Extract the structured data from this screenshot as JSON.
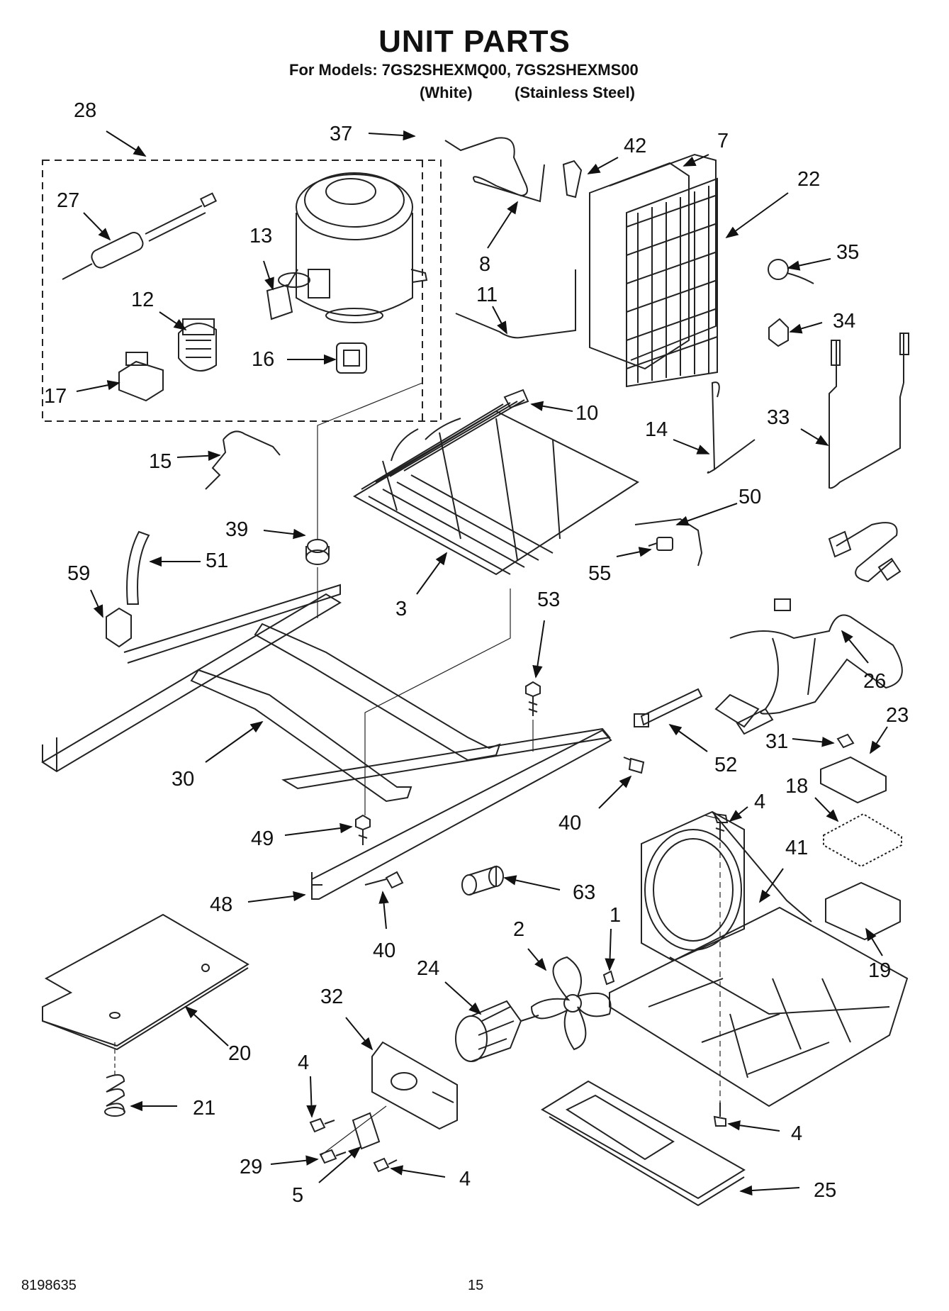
{
  "header": {
    "title": "UNIT PARTS",
    "models": "For Models: 7GS2SHEXMQ00, 7GS2SHEXMS00",
    "variant_white": "(White)",
    "variant_stainless": "(Stainless Steel)"
  },
  "footer": {
    "doc_number": "8198635",
    "page_number": "15"
  },
  "callouts": [
    {
      "id": "c28",
      "label": "28"
    },
    {
      "id": "c37",
      "label": "37"
    },
    {
      "id": "c42",
      "label": "42"
    },
    {
      "id": "c7",
      "label": "7"
    },
    {
      "id": "c22",
      "label": "22"
    },
    {
      "id": "c27",
      "label": "27"
    },
    {
      "id": "c13",
      "label": "13"
    },
    {
      "id": "c8",
      "label": "8"
    },
    {
      "id": "c35",
      "label": "35"
    },
    {
      "id": "c12",
      "label": "12"
    },
    {
      "id": "c11",
      "label": "11"
    },
    {
      "id": "c34",
      "label": "34"
    },
    {
      "id": "c16",
      "label": "16"
    },
    {
      "id": "c17",
      "label": "17"
    },
    {
      "id": "c10",
      "label": "10"
    },
    {
      "id": "c14",
      "label": "14"
    },
    {
      "id": "c33",
      "label": "33"
    },
    {
      "id": "c15",
      "label": "15"
    },
    {
      "id": "c50",
      "label": "50"
    },
    {
      "id": "c39",
      "label": "39"
    },
    {
      "id": "c51",
      "label": "51"
    },
    {
      "id": "c59",
      "label": "59"
    },
    {
      "id": "c55",
      "label": "55"
    },
    {
      "id": "c3",
      "label": "3"
    },
    {
      "id": "c53",
      "label": "53"
    },
    {
      "id": "c26",
      "label": "26"
    },
    {
      "id": "c23",
      "label": "23"
    },
    {
      "id": "c31",
      "label": "31"
    },
    {
      "id": "c30",
      "label": "30"
    },
    {
      "id": "c52",
      "label": "52"
    },
    {
      "id": "c18",
      "label": "18"
    },
    {
      "id": "c40a",
      "label": "40"
    },
    {
      "id": "c4a",
      "label": "4"
    },
    {
      "id": "c49",
      "label": "49"
    },
    {
      "id": "c41",
      "label": "41"
    },
    {
      "id": "c63",
      "label": "63"
    },
    {
      "id": "c48",
      "label": "48"
    },
    {
      "id": "c40b",
      "label": "40"
    },
    {
      "id": "c1",
      "label": "1"
    },
    {
      "id": "c2",
      "label": "2"
    },
    {
      "id": "c19",
      "label": "19"
    },
    {
      "id": "c24",
      "label": "24"
    },
    {
      "id": "c32",
      "label": "32"
    },
    {
      "id": "c20",
      "label": "20"
    },
    {
      "id": "c4b",
      "label": "4"
    },
    {
      "id": "c21",
      "label": "21"
    },
    {
      "id": "c4c",
      "label": "4"
    },
    {
      "id": "c29",
      "label": "29"
    },
    {
      "id": "c4d",
      "label": "4"
    },
    {
      "id": "c25",
      "label": "25"
    },
    {
      "id": "c5",
      "label": "5"
    }
  ]
}
